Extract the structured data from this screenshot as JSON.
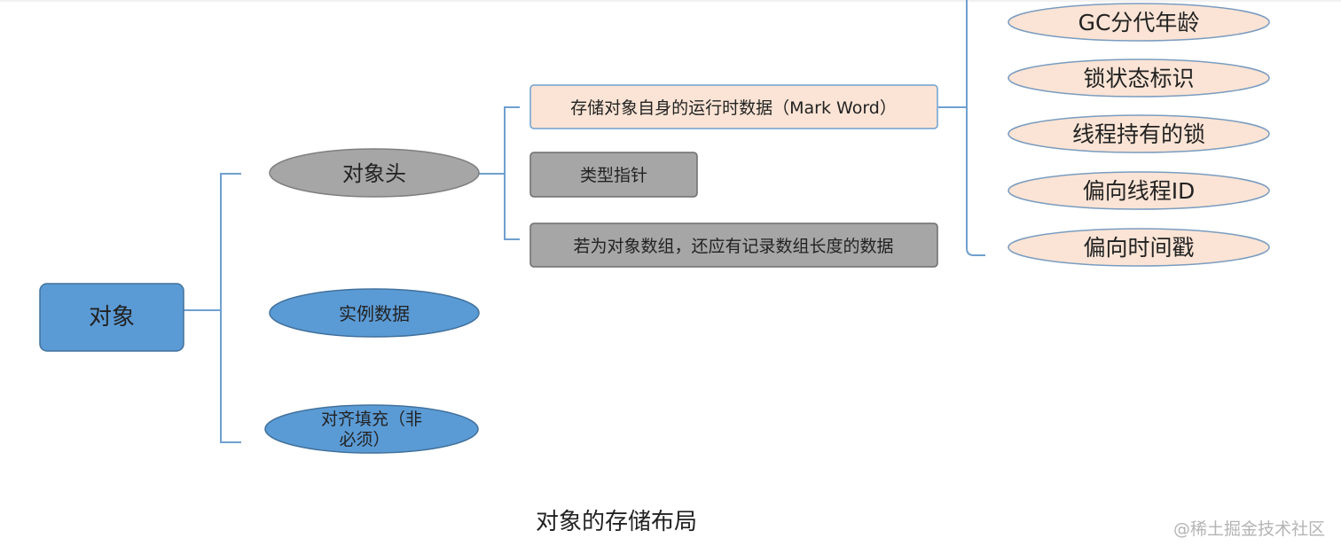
{
  "diagram": {
    "root": {
      "label": "对象"
    },
    "level1": [
      {
        "label": "对象头"
      },
      {
        "label": "实例数据"
      },
      {
        "label_line1": "对齐填充（非",
        "label_line2": "必须）"
      }
    ],
    "header_fields": [
      {
        "label": "存储对象自身的运行时数据（Mark Word）"
      },
      {
        "label": "类型指针"
      },
      {
        "label": "若为对象数组，还应有记录数组长度的数据"
      }
    ],
    "mark_word_fields": [
      {
        "label": "GC分代年龄"
      },
      {
        "label": "锁状态标识"
      },
      {
        "label": "线程持有的锁"
      },
      {
        "label": "偏向线程ID"
      },
      {
        "label": "偏向时间戳"
      }
    ]
  },
  "caption": "对象的存储布局",
  "watermark": "@稀土掘金技术社区",
  "colors": {
    "blue": "#5b9bd5",
    "gray": "#a6a6a6",
    "peach": "#fbe4d5",
    "connector": "#6fa0cf"
  }
}
